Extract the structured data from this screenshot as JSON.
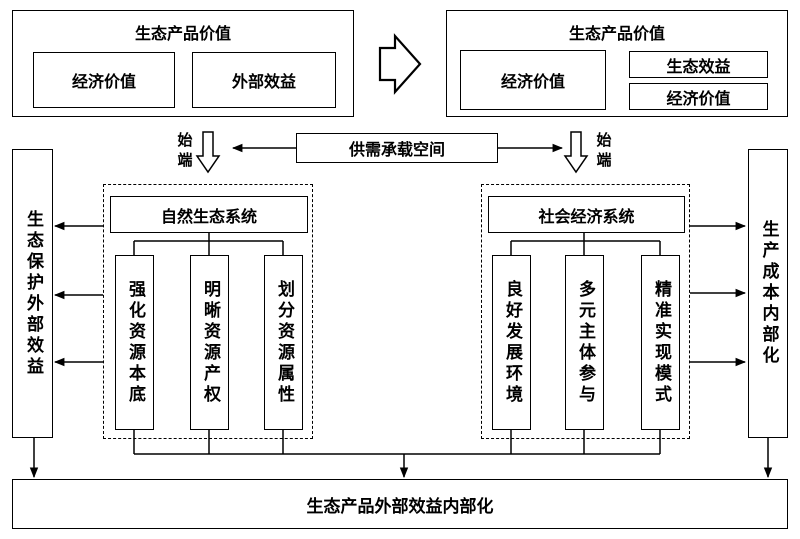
{
  "top_left": {
    "title": "生态产品价值",
    "box1": "经济价值",
    "box2": "外部效益"
  },
  "top_right": {
    "title": "生态产品价值",
    "box1": "经济价值",
    "box2": "生态效益",
    "box3": "经济价值"
  },
  "start_left": "始端",
  "start_right": "始端",
  "supply_demand": "供需承载空间",
  "natural_system": {
    "title": "自然生态系统",
    "items": [
      "强化资源本底",
      "明晰资源产权",
      "划分资源属性"
    ]
  },
  "social_system": {
    "title": "社会经济系统",
    "items": [
      "良好发展环境",
      "多元主体参与",
      "精准实现模式"
    ]
  },
  "left_side": "生态保护外部效益",
  "right_side": "生产成本内部化",
  "bottom": "生态产品外部效益内部化"
}
